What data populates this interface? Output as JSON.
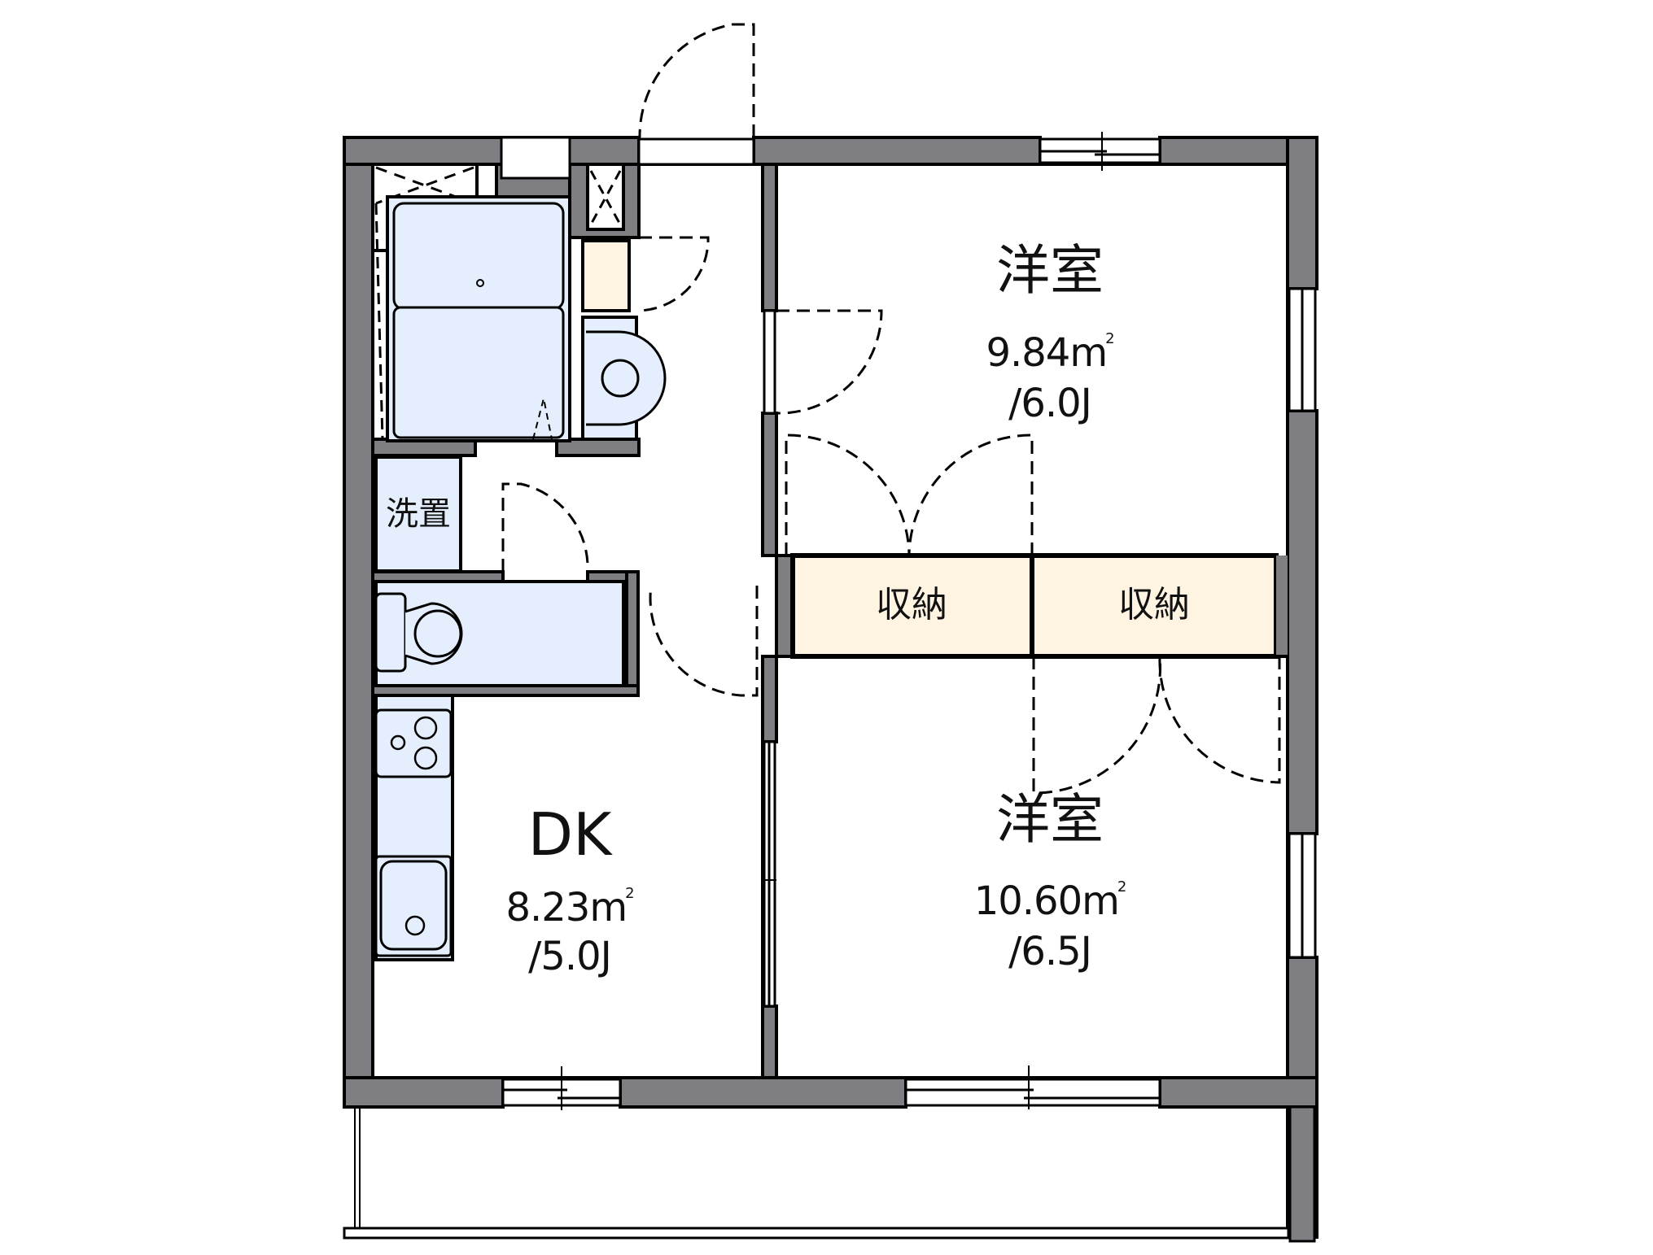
{
  "colors": {
    "wall": "#7f7f83",
    "outline": "#000000",
    "wet_area": "#e4eefc",
    "storage": "#fff4e2",
    "background": "#ffffff"
  },
  "rooms": {
    "western_room_north": {
      "name": "洋室",
      "area": "9.84m",
      "area_unit_sup": "2",
      "jo": "/6.0J"
    },
    "western_room_south": {
      "name": "洋室",
      "area": "10.60m",
      "area_unit_sup": "2",
      "jo": "/6.5J"
    },
    "dk": {
      "name": "DK",
      "area": "8.23m",
      "area_unit_sup": "2",
      "jo": "/5.0J"
    },
    "storage_left": {
      "name": "収納"
    },
    "storage_right": {
      "name": "収納"
    },
    "washer_space": {
      "name": "洗置"
    }
  },
  "fixtures": [
    "bathtub",
    "washbasin",
    "toilet",
    "gas-stove",
    "kitchen-sink",
    "shoe-cabinet",
    "pipe-shaft"
  ]
}
